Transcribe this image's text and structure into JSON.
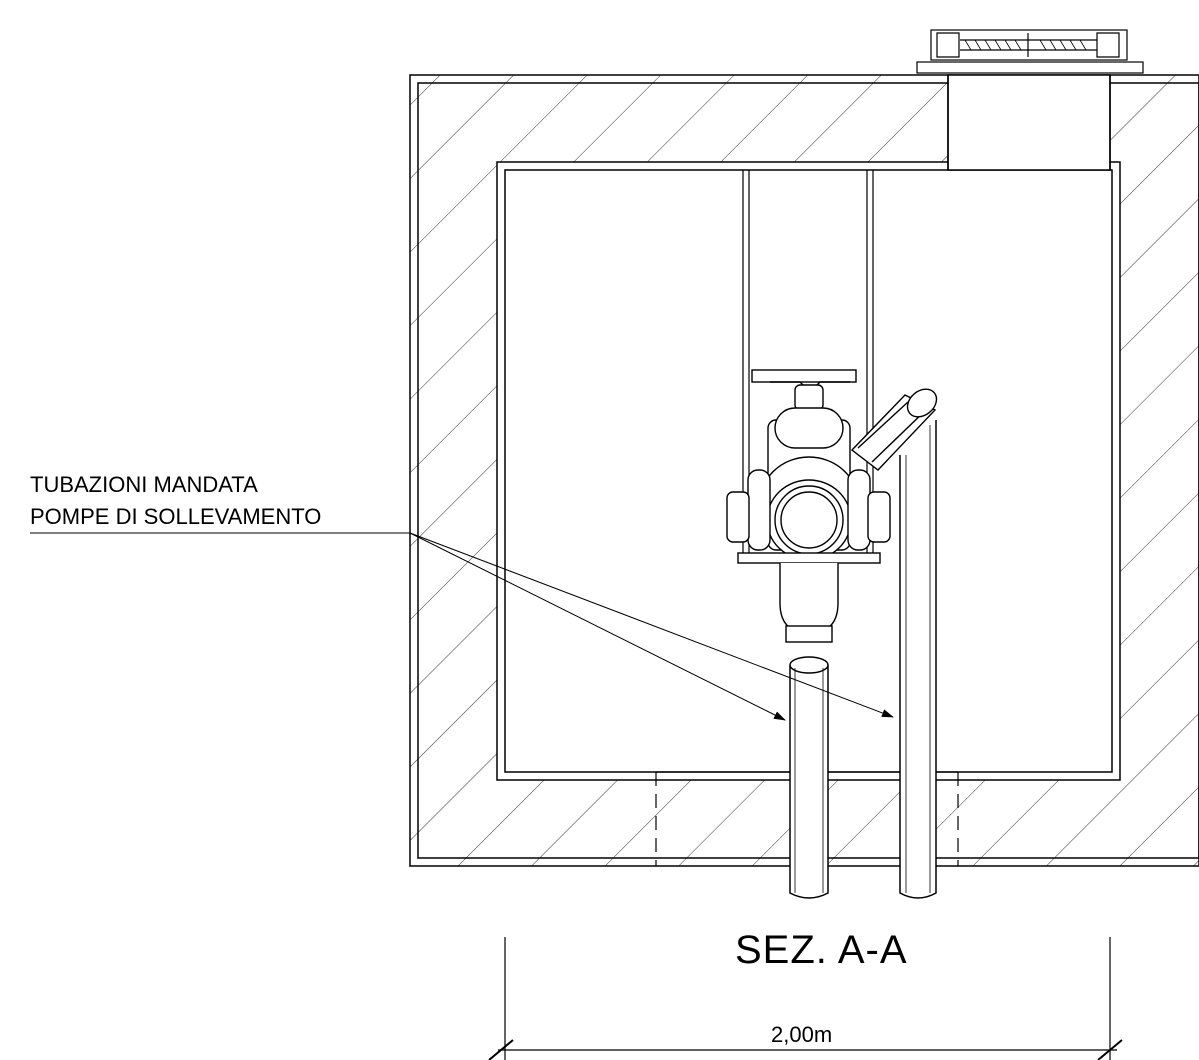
{
  "annotation": {
    "line1": "TUBAZIONI MANDATA",
    "line2": "POMPE DI SOLLEVAMENTO"
  },
  "section_title": "SEZ. A-A",
  "dimension": {
    "width_label": "2,00m"
  },
  "colors": {
    "line": "#000000",
    "hatch": "#333333",
    "background": "#ffffff"
  }
}
